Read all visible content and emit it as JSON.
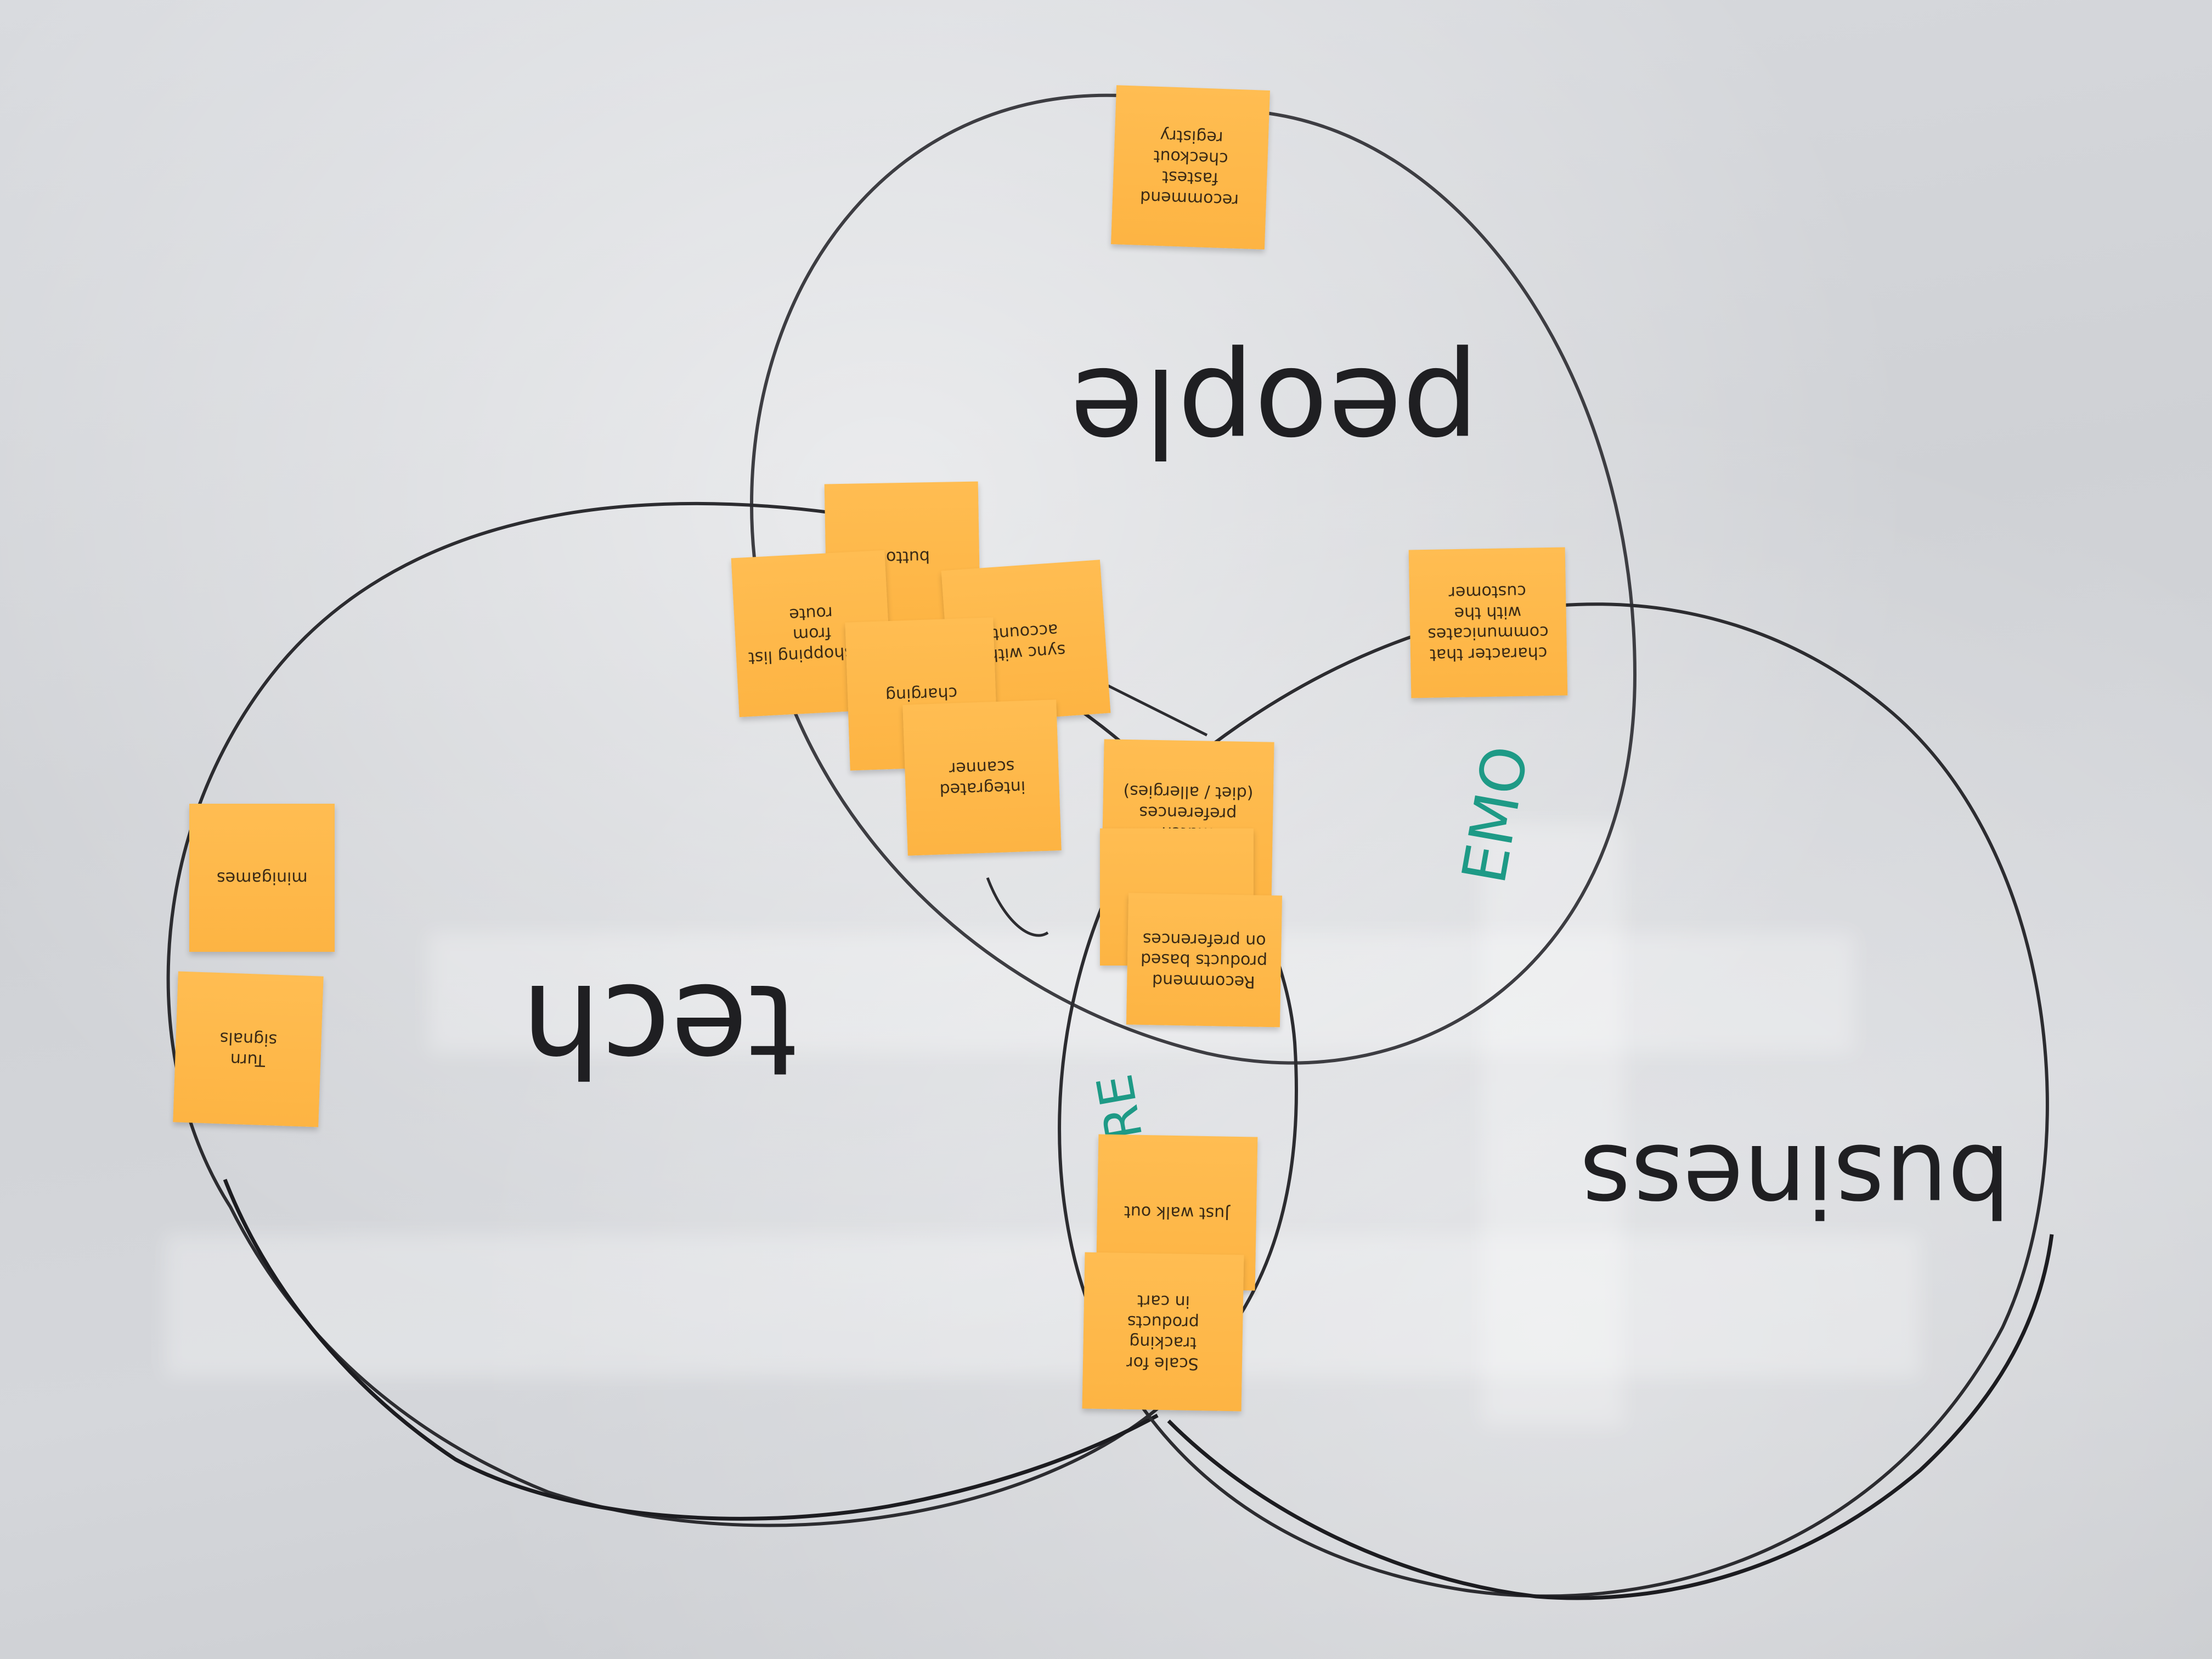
{
  "whiteboard": {
    "circle_labels": {
      "people": "people",
      "tech": "tech",
      "business": "business"
    },
    "annotations": {
      "emo": "EMO",
      "pre": "PRE"
    },
    "notes": [
      {
        "id": "recommend-fastest-checkout",
        "text": "recommend\nfastest checkout\nregistry"
      },
      {
        "id": "button",
        "text": "button"
      },
      {
        "id": "shopping-list",
        "text": "s / shopping list\nfrom\nroute"
      },
      {
        "id": "sync-account",
        "text": "sync with\naccount"
      },
      {
        "id": "charging",
        "text": "charging"
      },
      {
        "id": "integrated-scanner",
        "text": "integrated\nscanner"
      },
      {
        "id": "match-preferences",
        "text": "that don't\nmatch preferences\n(diet / allergies)"
      },
      {
        "id": "blank-middle",
        "text": ""
      },
      {
        "id": "recommend-products",
        "text": "Recommend\nproducts based\non preferences"
      },
      {
        "id": "character-communicates",
        "text": "character that\ncommunicates\nwith the\ncustomer"
      },
      {
        "id": "minigames",
        "text": "minigames"
      },
      {
        "id": "turn-signals",
        "text": "Turn\nsignals"
      },
      {
        "id": "just-walk-out",
        "text": "Just walk out"
      },
      {
        "id": "scale-tracking",
        "text": "Scale for\ntracking products\nin cart"
      }
    ]
  },
  "colors": {
    "note": "#fdb443",
    "ink": "#1f1f22",
    "teal_marker": "#1e9a86"
  }
}
